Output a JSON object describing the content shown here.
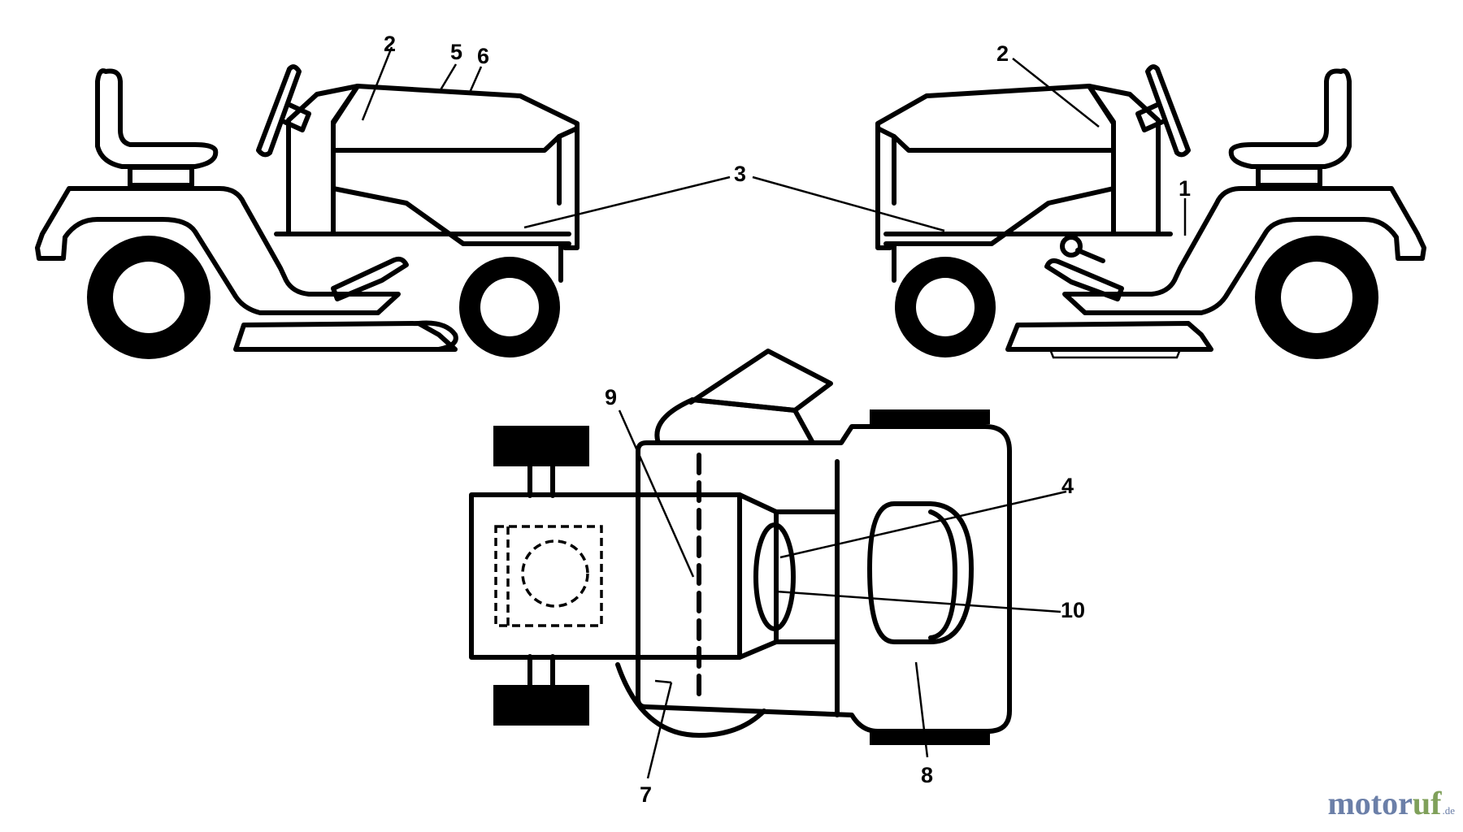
{
  "callouts": {
    "left_tractor": {
      "c2": "2",
      "c5": "5",
      "c6": "6"
    },
    "center": {
      "c3": "3"
    },
    "right_tractor": {
      "c2": "2",
      "c1": "1"
    },
    "top_view": {
      "c9": "9",
      "c4": "4",
      "c10": "10",
      "c7": "7",
      "c8": "8"
    }
  },
  "watermark": {
    "part1": "motor",
    "part2": "uf",
    "suffix": ".de"
  },
  "colors": {
    "line": "#000000",
    "background": "#ffffff",
    "watermark_blue": "#6b7fa8",
    "watermark_green": "#7fa05a"
  }
}
